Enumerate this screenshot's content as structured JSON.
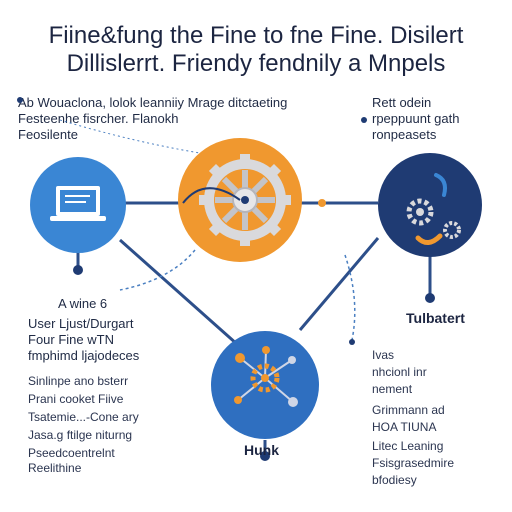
{
  "title": {
    "line1": "Fiine&fung  the Fine to fne  Fine. Disilert",
    "line2": "Dillislerrt.  Friendy  fendnily a Mnpels"
  },
  "top_left_text": {
    "line1": "Ab Wouaclona, lolok leanniiy Mrage  ditctaeting",
    "line2": "Festeenhe fisrcher.    Flanokh",
    "line3": "Feosilente"
  },
  "top_right_text": {
    "line1": "Rett odein",
    "line2": "rpeppuunt gath",
    "line3": "ronpeasets"
  },
  "left_block": {
    "heading": "A wine 6",
    "line1": "User Ljust/Durgart",
    "line2": "Four Fine  wTN",
    "line3": "fmphimd ljajodeces",
    "line4": "Sinlinpe ano bsterr",
    "line5": "Prani cooket Fiive",
    "line6": "Tsatemie...-Cone ary",
    "line7": "Jasa.g ftilge niturng",
    "line8": "Pseedcoentrelnt",
    "line9": "Reelithine"
  },
  "right_block": {
    "heading": "Tulbatert",
    "line1": "Ivas",
    "line2": "nhcionl inr",
    "line3": "nement",
    "line4": "Grimmann ad",
    "line5": "HOA TIUNA",
    "line6": "Litec Leaning",
    "line7": "Fsisgrasedmire",
    "line8": "bfodiesy"
  },
  "bottom_label": "Hunk",
  "nodes": {
    "laptop": {
      "icon": "laptop-icon",
      "color": "#3a86d4"
    },
    "gear_center": {
      "icon": "gear-icon",
      "color": "#f0982f"
    },
    "gears_right": {
      "icon": "gears-icon",
      "color": "#1f3b73"
    },
    "network_bottom": {
      "icon": "network-icon",
      "color": "#2f6fc0"
    }
  },
  "colors": {
    "line": "#2d4f8a",
    "dash": "#4a7fc1",
    "orange": "#f0982f",
    "navy": "#1f3b73"
  }
}
